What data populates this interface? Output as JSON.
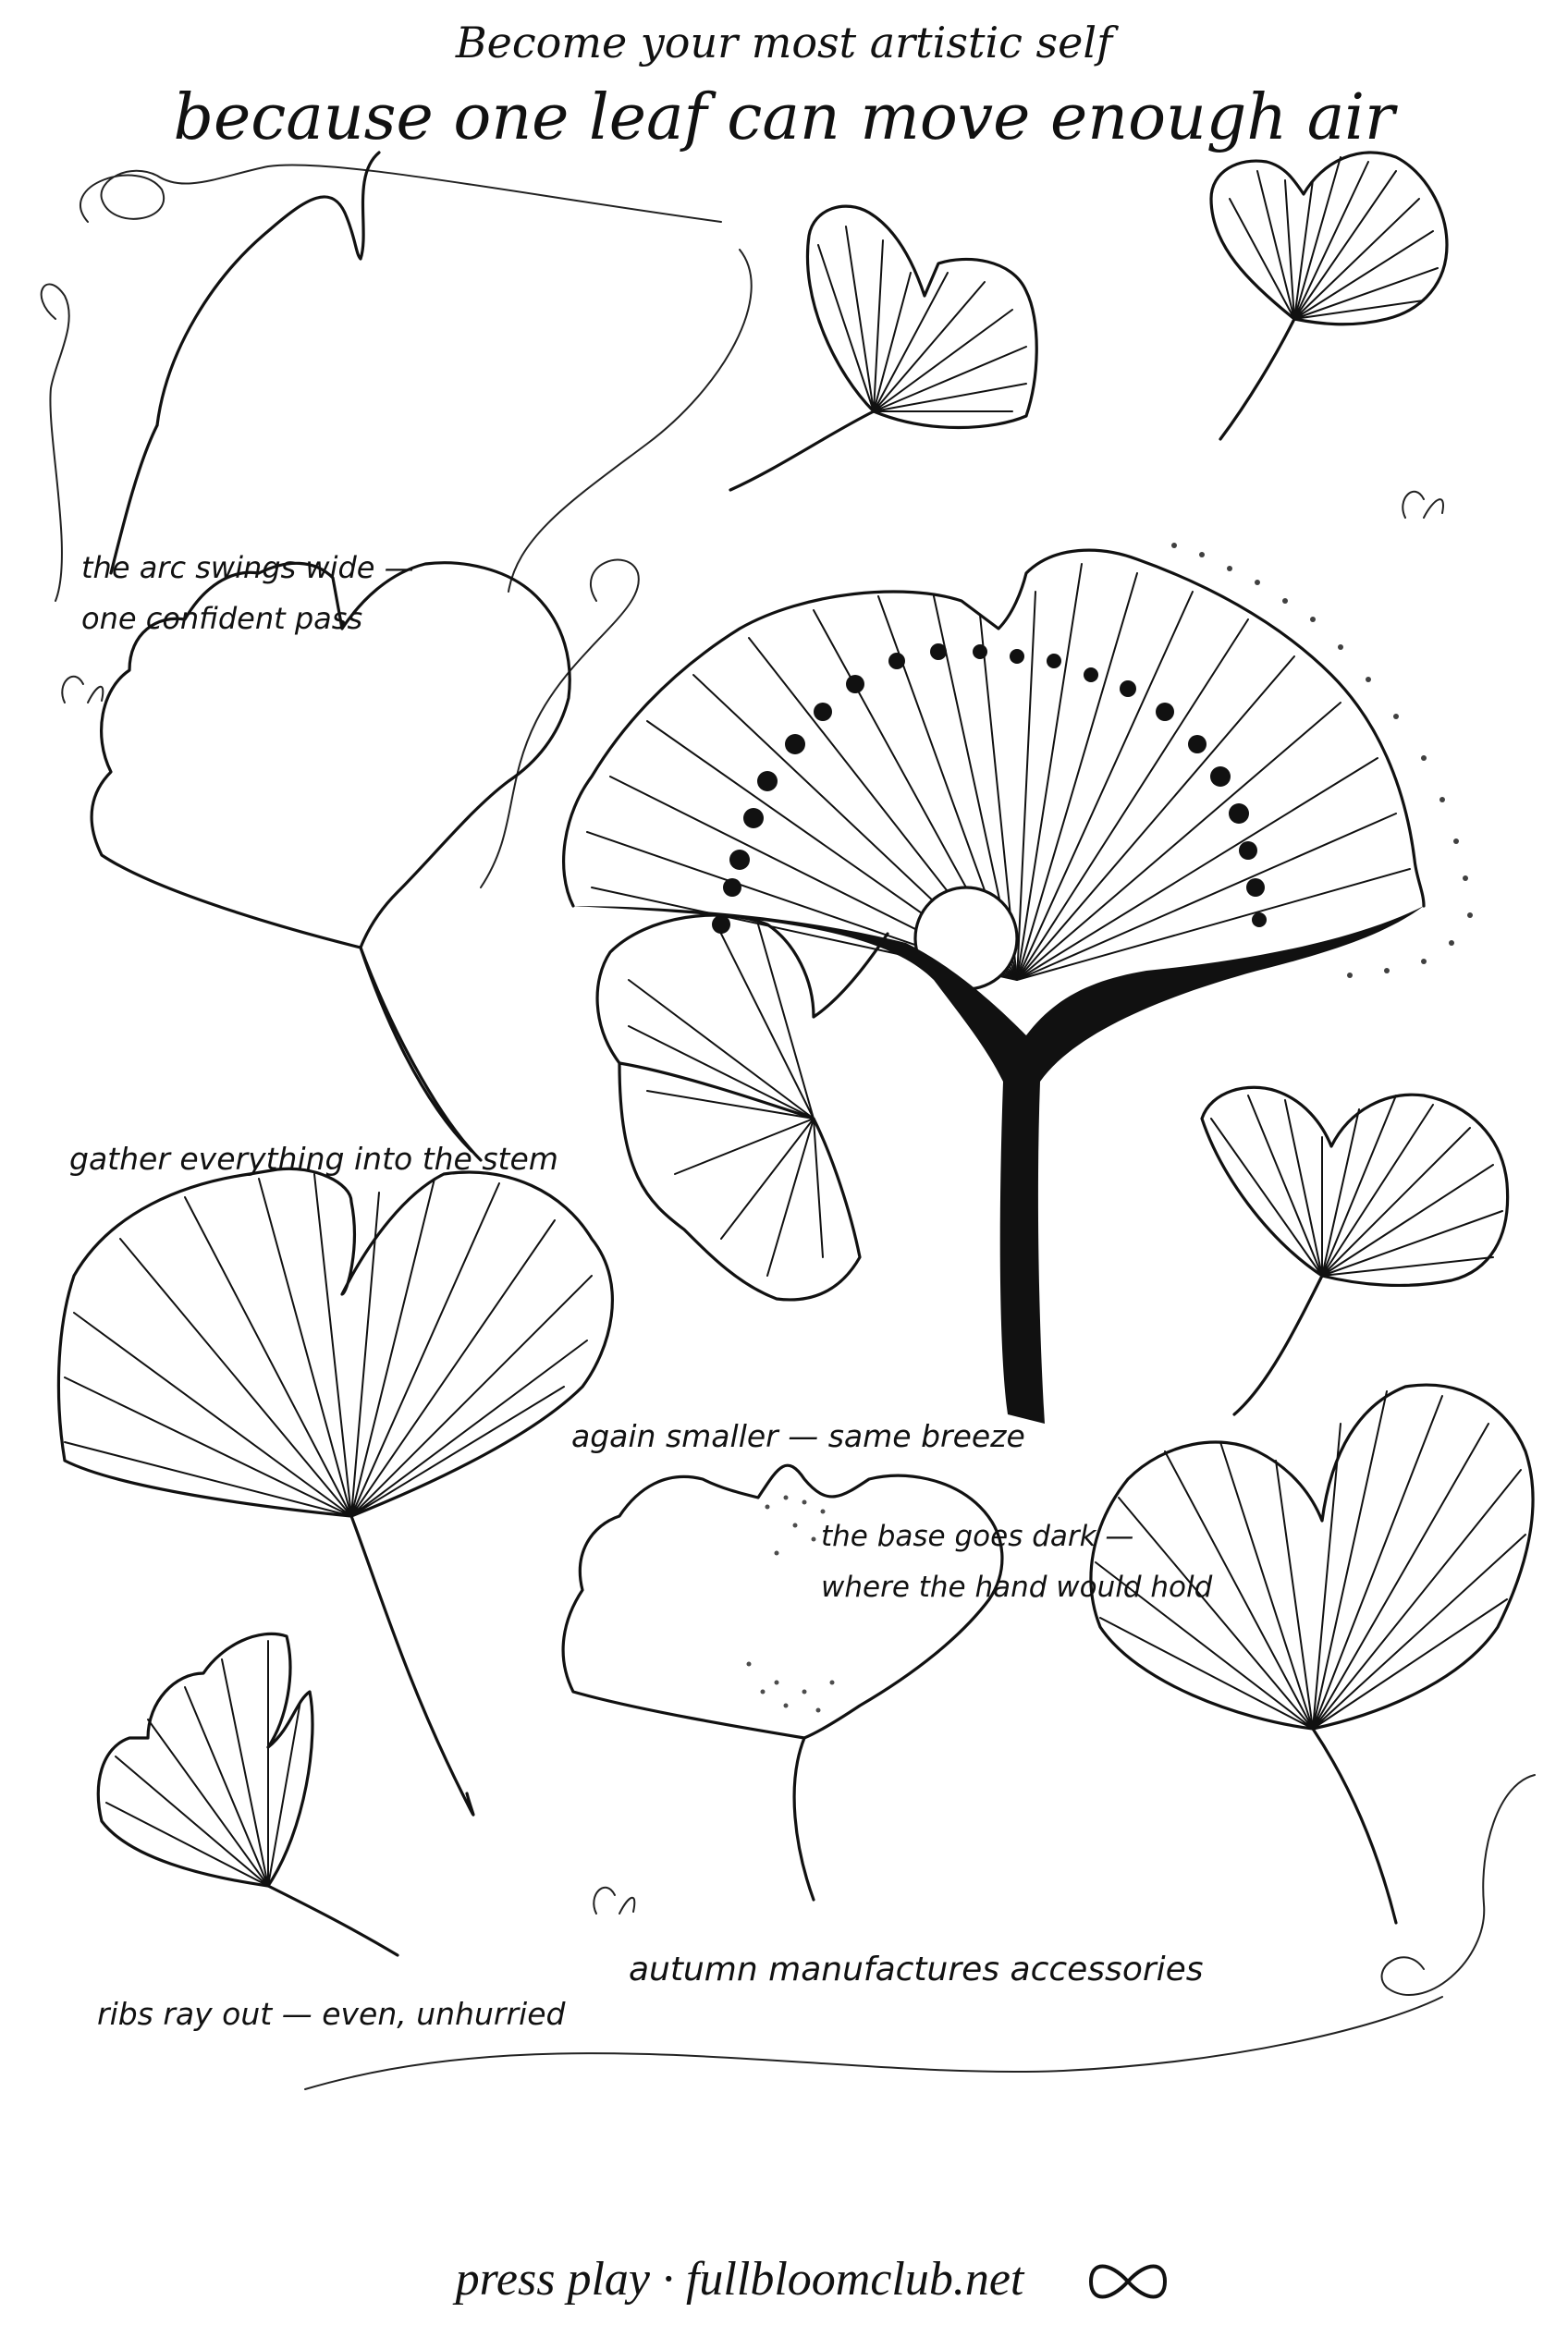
{
  "header": {
    "line1": "Become your most artistic self",
    "line2": "because one leaf can move enough air"
  },
  "captions": {
    "arc_1": "the arc swings wide —",
    "arc_2": "one confident pass",
    "gather": "gather everything into the stem",
    "again": "again smaller — same breeze",
    "base_1": "the base goes dark —",
    "base_2": "where the hand would hold",
    "autumn": "autumn manufactures accessories",
    "ribs": "ribs ray out — even, unhurried"
  },
  "footer": {
    "text": "press play · fullbloomclub.net",
    "mark_icon": "infinity-icon"
  },
  "colors": {
    "ink": "#111111",
    "paper": "#ffffff"
  }
}
